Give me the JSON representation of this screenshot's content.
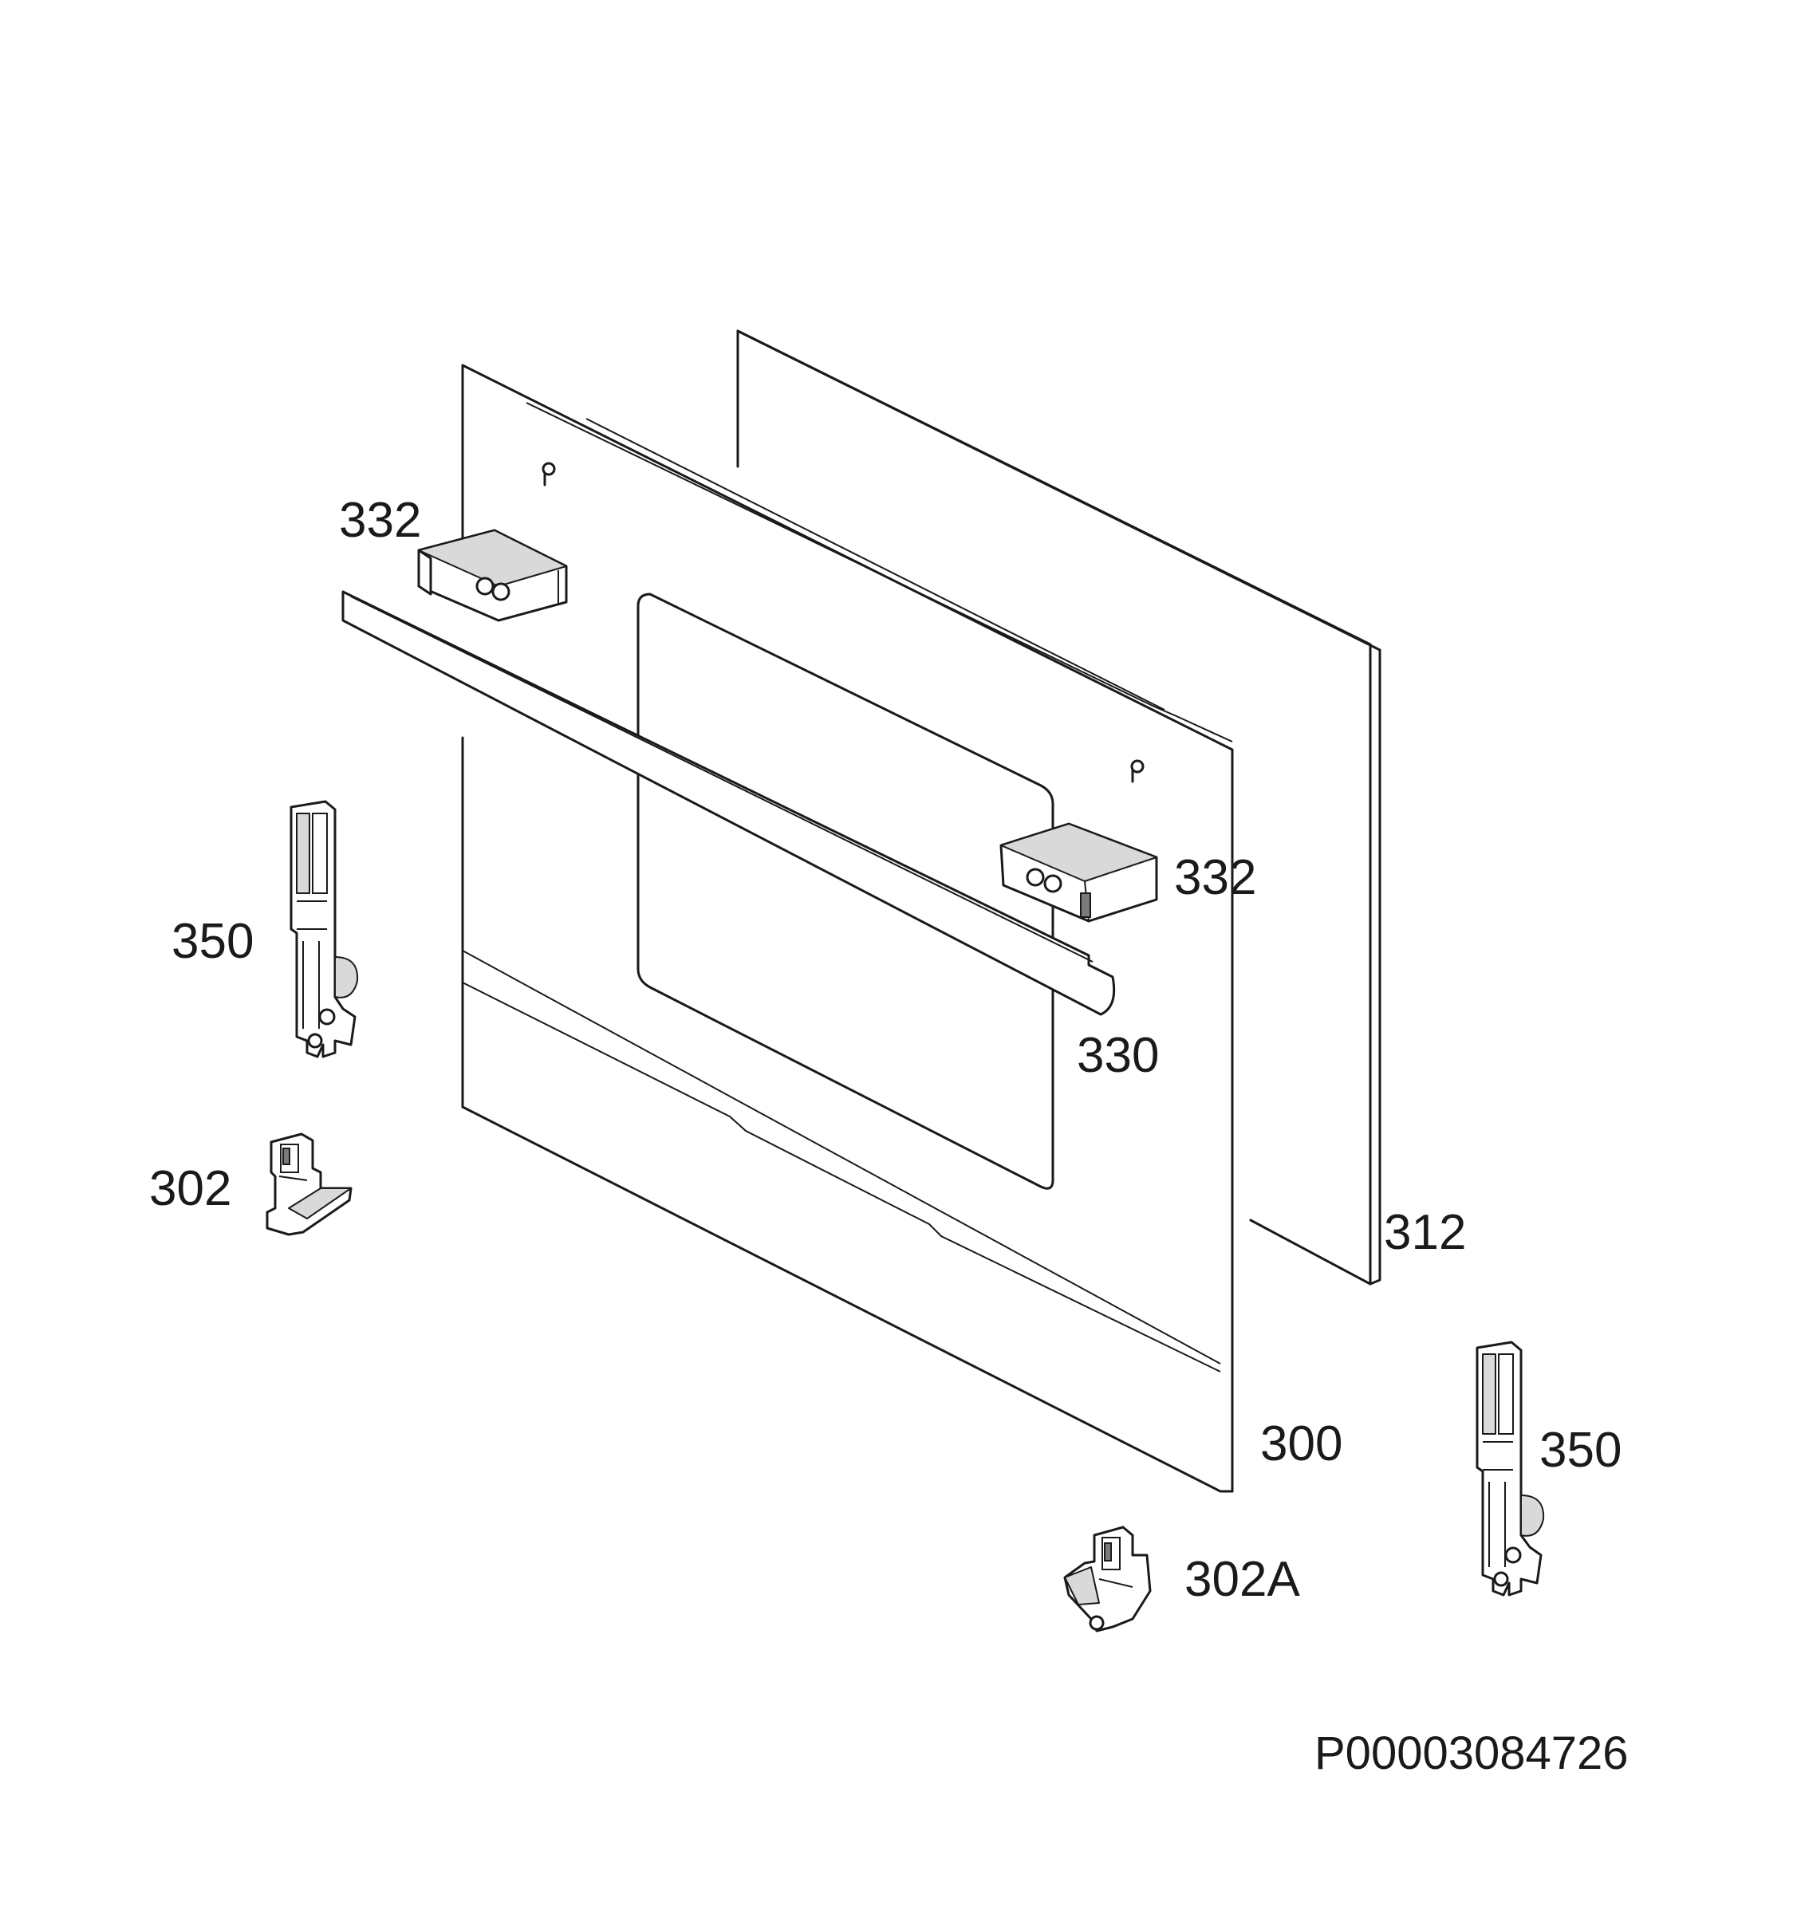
{
  "diagram": {
    "type": "exploded-parts-view",
    "labels": {
      "panel_312": "312",
      "door_300": "300",
      "handle_330": "330",
      "bracket_332_left": "332",
      "bracket_332_right": "332",
      "hinge_350_left": "350",
      "hinge_350_right": "350",
      "clip_302": "302",
      "clip_302a": "302A"
    },
    "drawing_number": "P00003084726"
  }
}
